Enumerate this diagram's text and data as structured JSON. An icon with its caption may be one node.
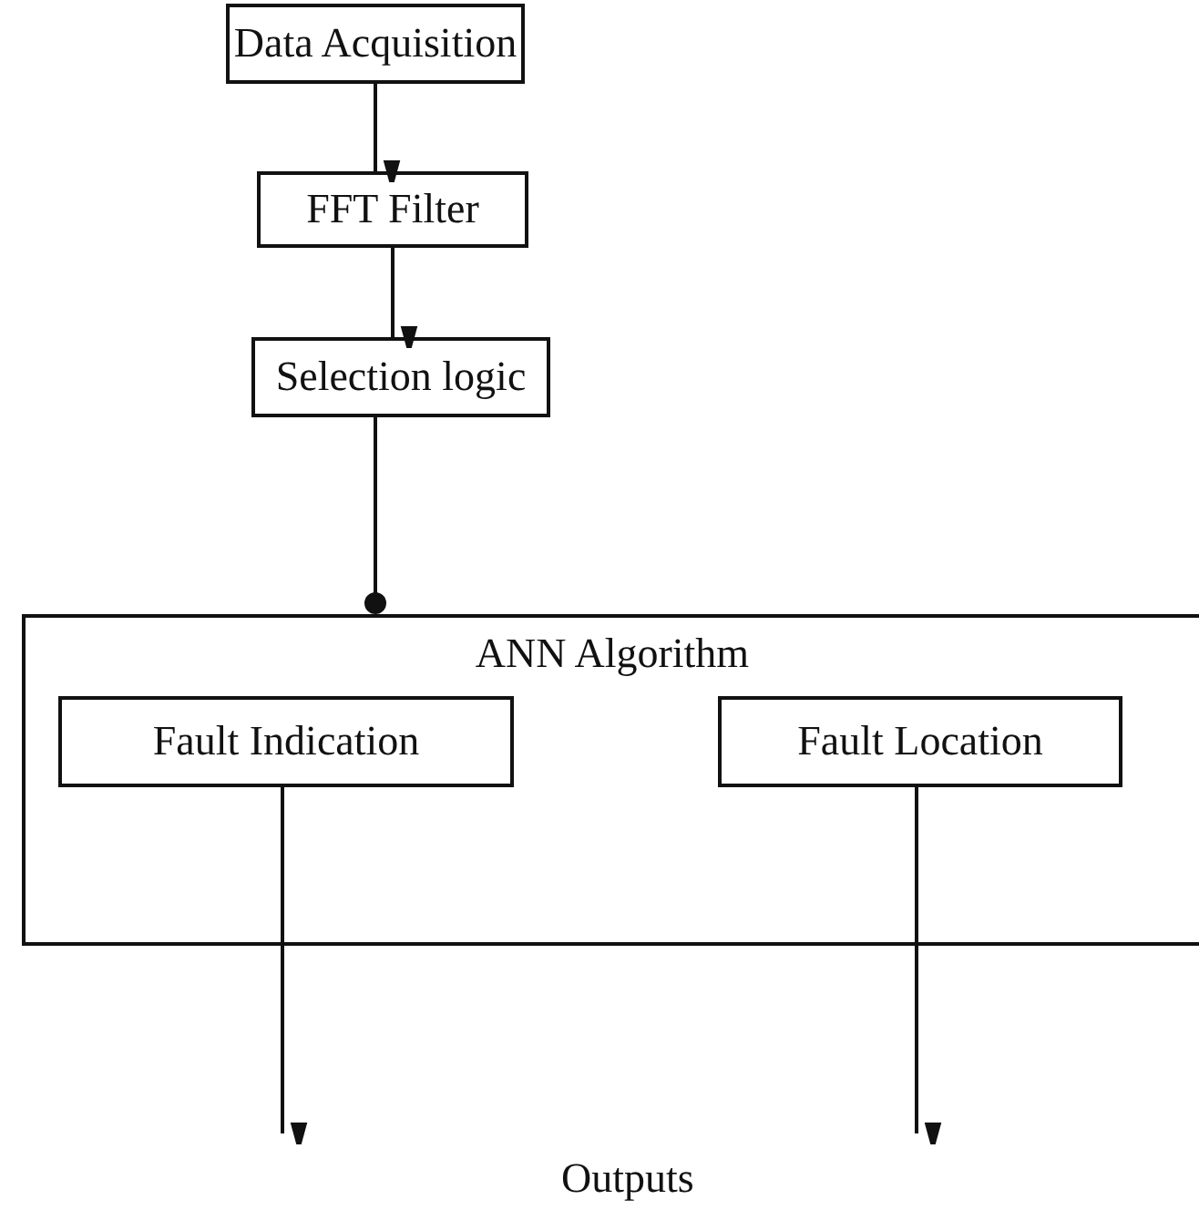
{
  "diagram": {
    "nodes": [
      {
        "text": [
          "Data Acquisition"
        ]
      },
      {
        "text": [
          "FFT Filter"
        ]
      },
      {
        "text": [
          "Selection logic"
        ]
      },
      {
        "text": [
          "ANN Algorithm"
        ]
      },
      {
        "text": [
          "Fault Indication"
        ],
        "in": 3
      },
      {
        "text": [
          "Fault Location"
        ],
        "in": 3
      }
    ],
    "edges": [
      {
        "from": 0,
        "to": 1,
        "arrow": "to"
      },
      {
        "from": 1,
        "to": 2,
        "arrow": "to"
      },
      {
        "from": 2,
        "to": 3,
        "arrow": "other"
      },
      {
        "from": 4,
        "to": null,
        "arrow": "to"
      },
      {
        "from": 5,
        "to": null,
        "arrow": "to"
      }
    ],
    "labels": [
      "Outputs"
    ]
  }
}
